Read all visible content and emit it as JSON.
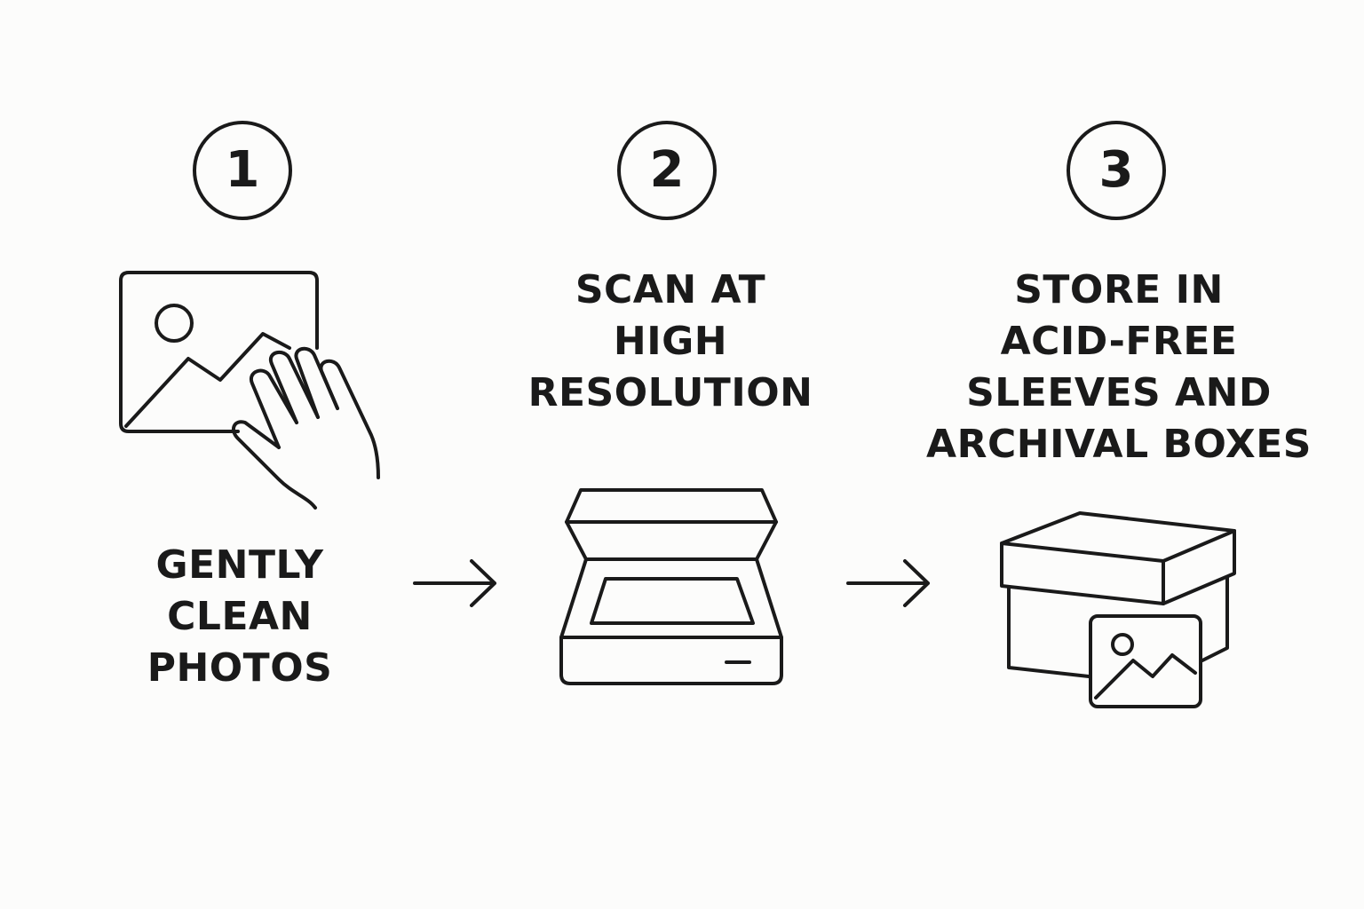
{
  "steps": [
    {
      "number": "1",
      "label_lines": [
        "GENTLY",
        "CLEAN",
        "PHOTOS"
      ],
      "icon": "photo-with-hand-icon"
    },
    {
      "number": "2",
      "label_lines": [
        "SCAN AT",
        "HIGH",
        "RESOLUTION"
      ],
      "icon": "flatbed-scanner-icon"
    },
    {
      "number": "3",
      "label_lines": [
        "STORE IN",
        "ACID-FREE",
        "SLEEVES AND",
        "ARCHIVAL BOXES"
      ],
      "icon": "archival-box-with-photo-icon"
    }
  ],
  "connectors": [
    "arrow-right-icon",
    "arrow-right-icon"
  ]
}
